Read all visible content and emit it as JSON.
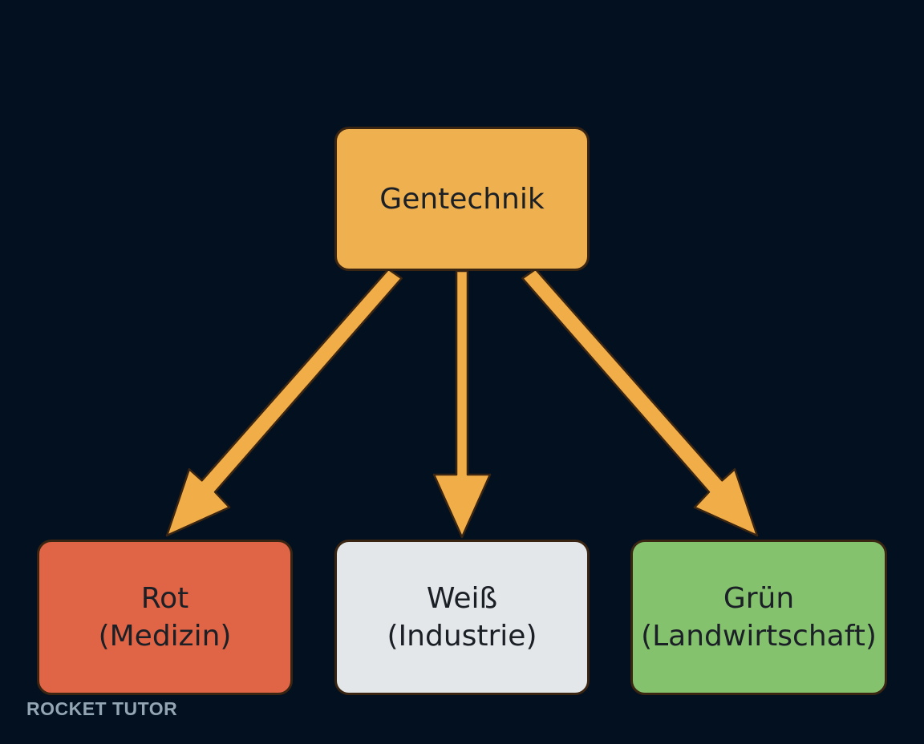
{
  "colors": {
    "background": "#021020",
    "arrow": "#f0ad48",
    "border": "#3a2512",
    "text": "#1b1f26",
    "watermark": "#93a4b3"
  },
  "nodes": {
    "root": {
      "label": "Gentechnik",
      "color": "#efb04f"
    },
    "rot": {
      "line1": "Rot",
      "line2": "(Medizin)",
      "color": "#e06446"
    },
    "weiss": {
      "line1": "Weiß",
      "line2": "(Industrie)",
      "color": "#e3e7ea"
    },
    "gruen": {
      "line1": "Grün",
      "line2": "(Landwirtschaft)",
      "color": "#84c26e"
    }
  },
  "edges": [
    {
      "from": "root",
      "to": "rot"
    },
    {
      "from": "root",
      "to": "weiss"
    },
    {
      "from": "root",
      "to": "gruen"
    }
  ],
  "watermark": "ROCKET TUTOR"
}
